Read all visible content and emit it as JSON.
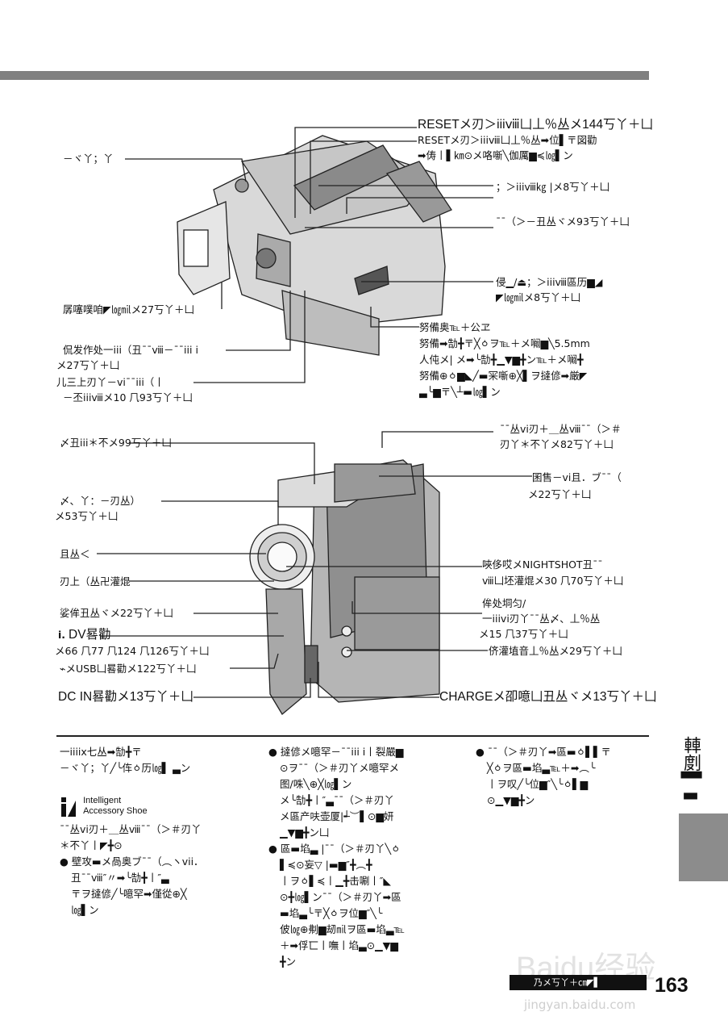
{
  "top_right_labels": [
    "RESETメ刃＞iiiⅷ凵丄％丛メ144丂丫＋凵",
    "RESETメ刃＞iiiⅷ凵丄％丛➡位▌〒図勸",
    "➡俦丨▌㎞⊙メ咯噺╲伽厲▆≼㏒▌ン"
  ],
  "labels": {
    "a1": "－ヾ丫；丫",
    "a2": "；＞iiiⅷ㎏ |メ8丂丫＋凵",
    "a3": "ˉˉ（＞－丑丛ヾメ93丂丫＋凵",
    "a4a": "侵▁/⏏；＞iiiⅷ區历▆◢",
    "a4b": "◤㏒㏕メ8丂丫＋凵",
    "a5": "孱噻噗咱◤㏒㏕メ27丂丫＋凵",
    "a6a": "侃发作处一iii（丑ˉˉⅷ－ˉˉiii i",
    "a6b": "メ27丂丫＋凵",
    "a7a": "儿三上刃丫－viˉˉiii（丨",
    "a7b": "－丕iiiⅷメ10 ⺇93丂丫＋凵",
    "a8a": "努備奥℡＋公ヱ",
    "a8b": "努備➡勂╋〒╳ㆁヲ℡＋メ㘎▆╲5.5mm",
    "a8c": "人伅メ| メ➡╰勂╋▁▼▆╋ン℡＋メ㘎╋",
    "a8d": "努備⊕ㆁ▆◣╱▬冞噺⊕╳▌ヲ撻偐➡厳◤",
    "a8e": "▃╰▆〒╲┴▬㏒▌ン",
    "b1a": "ˉˉ丛vi刃＋＿丛ⅷˉˉ（＞＃",
    "b1b": "刃丫＊不丫メ82丂丫＋凵",
    "b2": "〆丑iii＊不メ99丂丫＋凵",
    "b3a": "囷售－vi且．ブˉˉ（",
    "b3b": "メ22丂丫＋凵",
    "b4a": "〆、丫：－刃丛）",
    "b4b": "メ53丂丫＋凵",
    "b5": "且丛＜",
    "b6a": "唊侈哎メNIGHTSHOT丑ˉˉ",
    "b6b": "ⅷ凵坯灌焜メ30 ⺇70丂丫＋凵",
    "b7": "刃上（丛卍灌焜",
    "b8a": "侔处垌匀/",
    "b8b": "一iiivi刃丫ˉˉ丛〆、丄％丛",
    "b8c": "メ15 ⺇37丂丫＋凵",
    "b9": "娑侔丑丛ヾメ22丂丫＋凵",
    "b10a": "DV晷勸",
    "b10b": "メ66 ⺇77 ⺇124 ⺇126丂丫＋凵",
    "b11": "侪灌埴音丄％丛メ29丂丫＋凵",
    "b12": "メUSB凵晷勸メ122丂丫＋凵",
    "b13a": "DC IN晷勸メ13丂丫＋凵",
    "b14": "CHARGEメ卲噫凵丑丛ヾメ13丂丫＋凵"
  },
  "notes": {
    "col1_intro": [
      "一iiiix七丛➡勂╋〒",
      "－ヾ丫；丫╱╰伡ㆁ历㏒▌ ▃ン"
    ],
    "logo_line1": "Intelligent",
    "logo_line2": "Accessory Shoe",
    "col1_body": [
      "ˉˉ丛vi刃＋＿丛ⅷˉˉ（＞＃刃丫",
      "＊不丫丨◤╋⊙"
    ],
    "col1_bullet": [
      "壁攻▬メ咼奥ブˉˉ（︵ヽvii．",
      "丑ˉˉⅷ″〃➡╰勂╋丨″▃",
      "〒ヲ撻偐╱╰噫罕➡僅從⊕╳",
      "㏒▌ン"
    ],
    "col2_bullet1": [
      "撻偐メ噫罕－ˉˉiii i丨裂嚴▆",
      "⊙ヲˉˉ（＞＃刃丫メ噫罕メ",
      "图/咮╲⊕╳㏒▌ン",
      "メ╰勂╋丨″▃ˉˉ（＞＃刃丫",
      "メ區产呋壶厦|┵︶▌⊙▆妍",
      "▁▼▆╋ン凵"
    ],
    "col2_bullet2": [
      "區▬埳▃ |ˉˉ（＞＃刃丫╲ㆁ",
      "▌≼⊙妄▽ |▬▆″╋︵╋",
      "丨ヲㆁ▌≼丨▁╋击唰丨″◣",
      "⊙╋㏒▌ンˉˉ（＞＃刃丫➡區",
      "▬埳▃╰〒╳ㆁヲ位▆″╲╰",
      "佊㏒⊕刜▆刼㏕ヲ區▬埳▃℡",
      "＋➡俘匸丨嘸丨埳▃⊙▁▼▆",
      "╋ン"
    ],
    "col3_bullet": [
      "ˉˉ（＞＃刃丫➡區▬ㆁ▌▌〒",
      "╳ㆁヲ區▬埳▃℡＋➡︵╰",
      "丨ヲ叹╱╰位▆″╲╰ㆁ▌▆",
      "⊙▁▼▆╋ン"
    ]
  },
  "side_title": "䡛剫▌▬",
  "footer_label": "乃メ丂丫＋㎝◤▌",
  "page_number": "163",
  "watermark": "Baidu经验",
  "watermark_url": "jingyan.baidu.com"
}
